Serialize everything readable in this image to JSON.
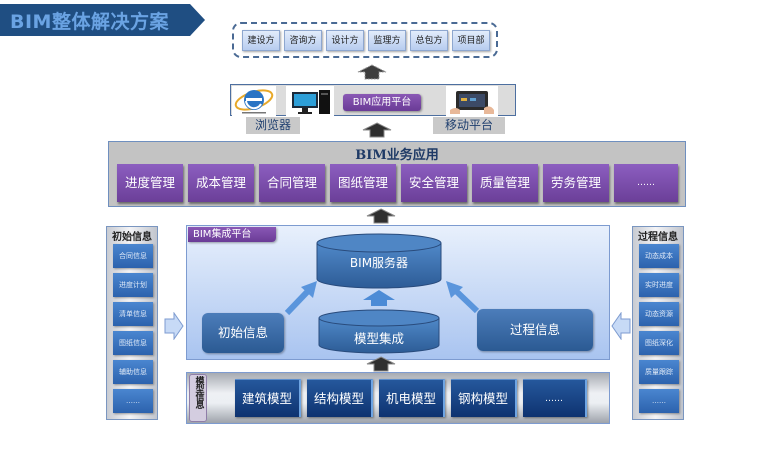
{
  "title": "BIM整体解决方案",
  "stakeholders": [
    "建设方",
    "咨询方",
    "设计方",
    "监理方",
    "总包方",
    "项目部"
  ],
  "app_platform": {
    "label": "BIM应用平台",
    "browser_label": "浏览器",
    "mobile_label": "移动平台",
    "icons": [
      "internet-explorer-icon",
      "desktop-pc-icon",
      "tablet-icon"
    ]
  },
  "business": {
    "title": "BIM业务应用",
    "items": [
      "进度管理",
      "成本管理",
      "合同管理",
      "图纸管理",
      "安全管理",
      "质量管理",
      "劳务管理",
      "……"
    ]
  },
  "initial_info": {
    "title": "初始信息",
    "items": [
      "合同信息",
      "进度计划",
      "清单信息",
      "图纸信息",
      "辅助信息",
      "……"
    ]
  },
  "process_info": {
    "title": "过程信息",
    "items": [
      "动态成本",
      "实时进度",
      "动态资源",
      "图纸深化",
      "质量跟踪",
      "……"
    ]
  },
  "integration": {
    "label": "BIM集成平台",
    "server": "BIM服务器",
    "model_integration": "模型集成",
    "initial_node": "初始信息",
    "process_node": "过程信息"
  },
  "model_info": {
    "label": "模型信息",
    "items": [
      "建筑模型",
      "结构模型",
      "机电模型",
      "钢构模型",
      "……"
    ]
  },
  "colors": {
    "banner": "#1f4e82",
    "purple": "#7a4ca8",
    "blue_node": "#2e5f98",
    "dark_blue": "#0e3370"
  }
}
